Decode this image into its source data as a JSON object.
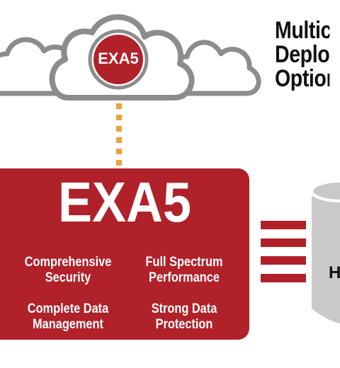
{
  "cloud": {
    "badge": "EXA5"
  },
  "heading": {
    "lines": [
      "Multic",
      "Deploy",
      "Option"
    ]
  },
  "main": {
    "title": "EXA5",
    "features": [
      {
        "line1": "Comprehensive",
        "line2": "Security"
      },
      {
        "line1": "Full Spectrum",
        "line2": "Performance"
      },
      {
        "line1": "Complete Data",
        "line2": "Management"
      },
      {
        "line1": "Strong Data",
        "line2": "Protection"
      }
    ]
  },
  "storage": {
    "label": "H"
  },
  "colors": {
    "brand_red": "#b0212a",
    "cloud_gray": "#8c8c8c",
    "connector_orange": "#e8a33a",
    "cylinder_gray": "#c9c9c9"
  }
}
